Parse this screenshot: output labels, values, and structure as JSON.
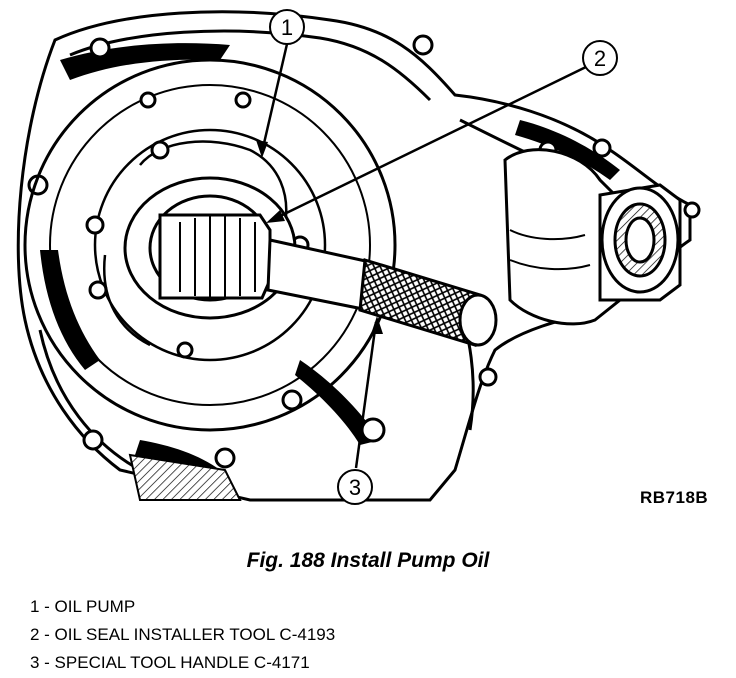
{
  "figure": {
    "code": "RB718B",
    "caption": "Fig. 188 Install Pump Oil"
  },
  "callouts": [
    {
      "number": "1",
      "text": "1 - OIL PUMP"
    },
    {
      "number": "2",
      "text": "2 - OIL SEAL INSTALLER TOOL C-4193"
    },
    {
      "number": "3",
      "text": "3 - SPECIAL TOOL HANDLE C-4171"
    }
  ],
  "colors": {
    "ink": "#000000",
    "paper": "#ffffff"
  }
}
